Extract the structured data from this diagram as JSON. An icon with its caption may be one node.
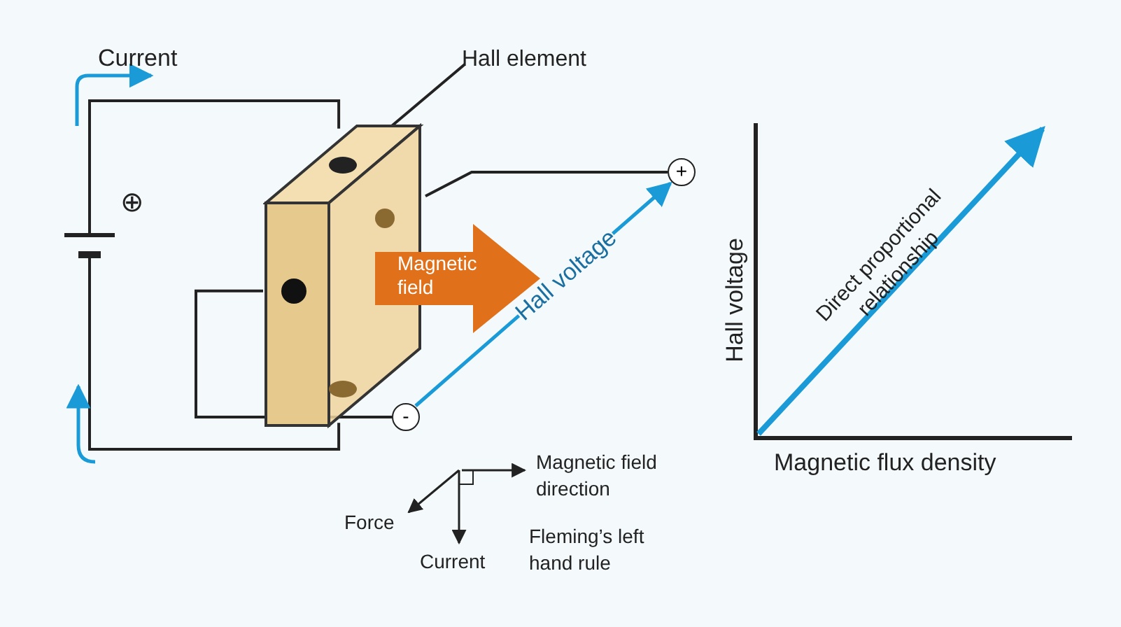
{
  "diagram": {
    "nodes": [
      {
        "text": [
          "Hall element"
        ]
      },
      {
        "text": [],
        "shape": "picture"
      },
      {
        "text": [
          "Magnetic field"
        ]
      },
      {
        "text": [
          "+"
        ]
      },
      {
        "text": [
          "-"
        ]
      },
      {
        "text": [],
        "shape": "battery",
        "beside": [
          "⊕"
        ]
      }
    ],
    "edges": [
      {
        "from": 0,
        "to": 1,
        "arrow": "none"
      },
      {
        "from": 1,
        "to": 3,
        "arrow": "none"
      },
      {
        "from": 1,
        "to": 4,
        "arrow": "none"
      },
      {
        "from": 4,
        "to": 3,
        "arrow": "to",
        "label": "Hall voltage",
        "color": "#1a9ad6"
      },
      {
        "from": 5,
        "to": 1,
        "arrow": "none"
      },
      {
        "from": 5,
        "to": 1,
        "arrow": "none"
      }
    ],
    "labels": [
      "Current",
      "Hall voltage",
      "Direct proportional relationship",
      "Magnetic flux density",
      "Magnetic field direction",
      "Force",
      "Current",
      "Fleming’s left hand rule"
    ]
  }
}
